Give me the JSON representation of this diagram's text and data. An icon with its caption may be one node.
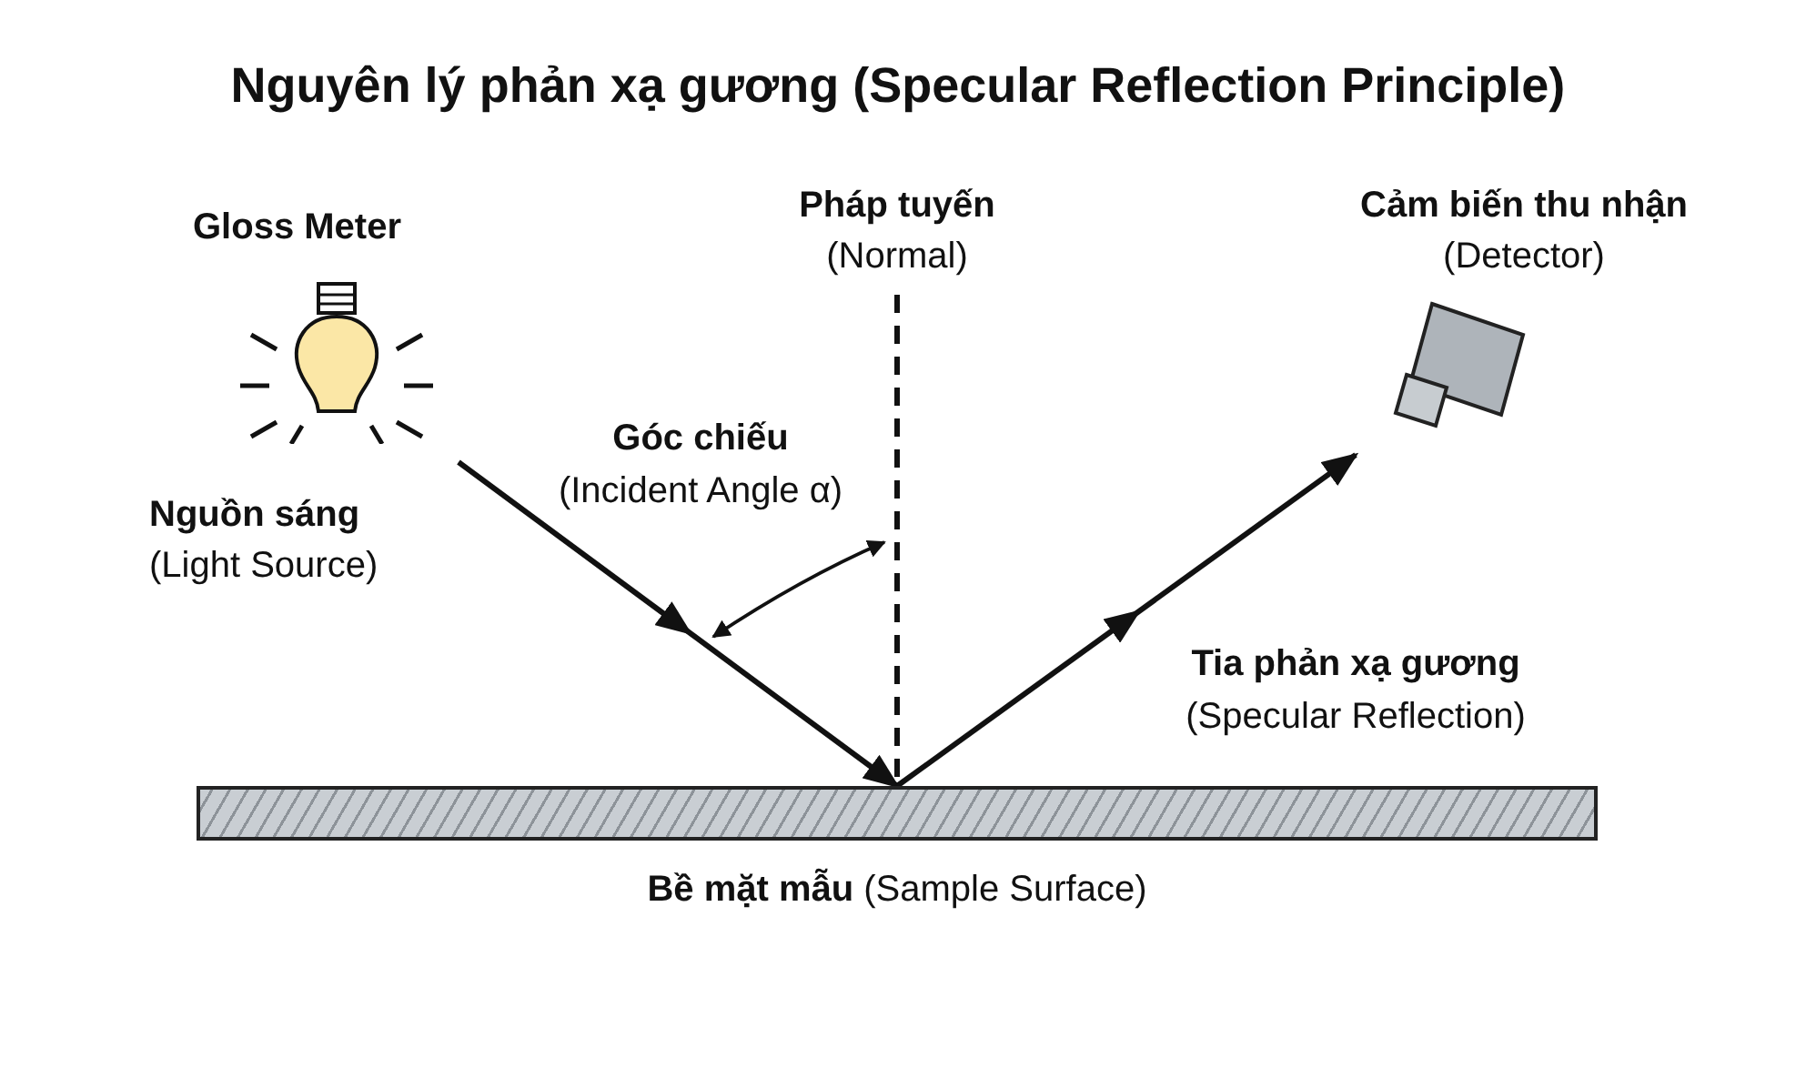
{
  "diagram": {
    "title": "Nguyên lý phản xạ gương (Specular Reflection Principle)",
    "nodes": [
      {
        "text": [
          "Gloss Meter",
          "Nguồn sáng",
          "(Light Source)"
        ]
      },
      {
        "text": [
          "Cảm biến thu nhận",
          "(Detector)"
        ]
      },
      {
        "text": [
          "**Bề mặt mẫu** (Sample Surface)"
        ]
      },
      {
        "text": [
          "Pháp tuyến",
          "(Normal)"
        ]
      }
    ],
    "edges": [
      {
        "from": 0,
        "to": 2,
        "arrow": "to"
      },
      {
        "from": 2,
        "to": 1,
        "arrow": "to"
      },
      {
        "from": 3,
        "to": 2,
        "arrow": "none",
        "style": "dashed"
      }
    ],
    "labels": [
      "Góc chiếu",
      "(Incident Angle α)",
      "Tia phản xạ gương",
      "(Specular Reflection)"
    ]
  }
}
